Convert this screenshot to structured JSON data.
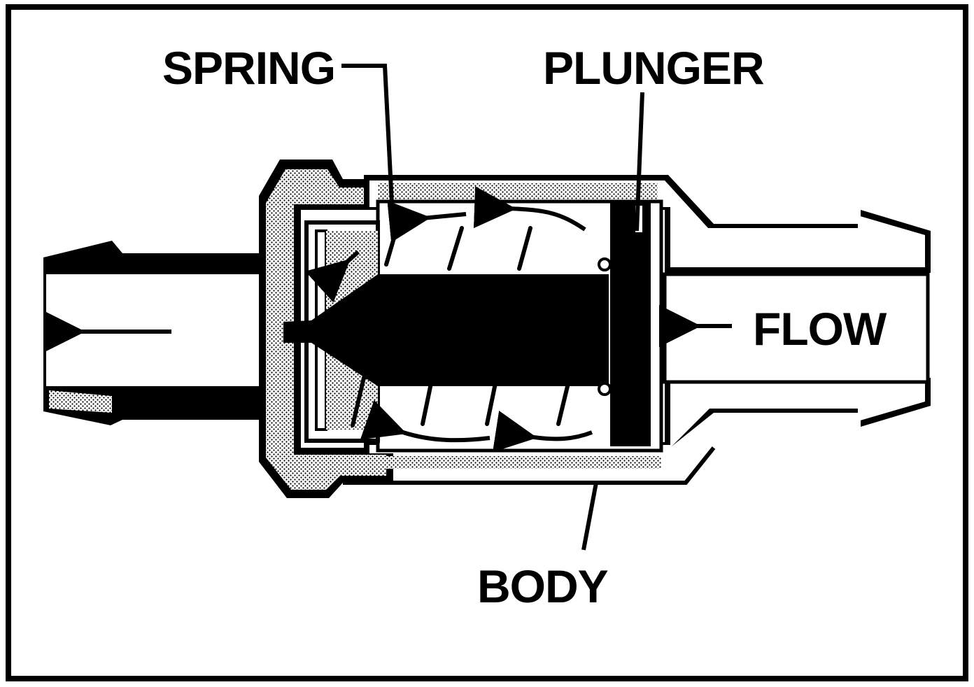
{
  "diagram": {
    "labels": {
      "spring": "SPRING",
      "plunger": "PLUNGER",
      "flow": "FLOW",
      "body": "BODY"
    },
    "colors": {
      "ink": "#000000",
      "paper": "#ffffff",
      "shade": "#bdbdbd"
    }
  }
}
